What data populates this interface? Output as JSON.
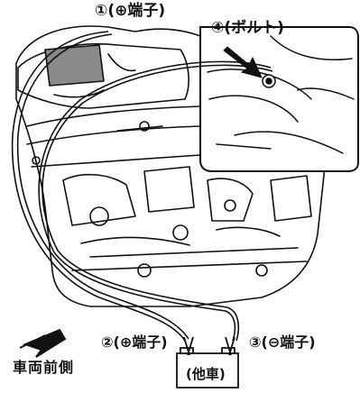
{
  "labels": {
    "positive_terminal": "①(⊕端子)",
    "bolt": "④(ボルト)",
    "other_positive_terminal": "②(⊕端子)",
    "other_negative_terminal": "③(⊖端子)",
    "vehicle_front": "車両前側",
    "other_vehicle": "(他車)"
  },
  "colors": {
    "line": "#111111",
    "background": "#ffffff",
    "shading": "#8a8a8a"
  }
}
